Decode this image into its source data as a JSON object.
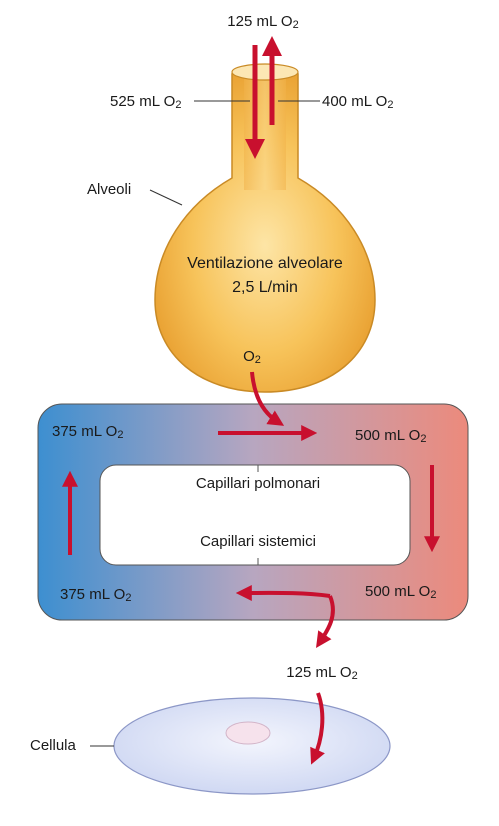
{
  "labels": {
    "top_o2": "125 mL O",
    "left_o2": "525 mL O",
    "right_o2": "400 mL O",
    "alveoli": "Alveoli",
    "ventilation_line1": "Ventilazione alveolare",
    "ventilation_line2": "2,5 L/min",
    "alveolus_o2": "O",
    "topleft_box": "375 mL O",
    "topright_box": "500 mL O",
    "bottomleft_box": "375 mL O",
    "bottomright_box": "500 mL O",
    "cap_polmonari": "Capillari polmonari",
    "cap_sistemici": "Capillari sistemici",
    "cell_o2": "125 mL O",
    "cellula": "Cellula",
    "subscript": "2"
  },
  "colors": {
    "arrow_red": "#c8102e",
    "alveolus_fill": "#f2b43c",
    "venous_blue": "#3d8fd0",
    "arterial_red": "#e8877a",
    "cell_fill": "#dde4f6"
  }
}
